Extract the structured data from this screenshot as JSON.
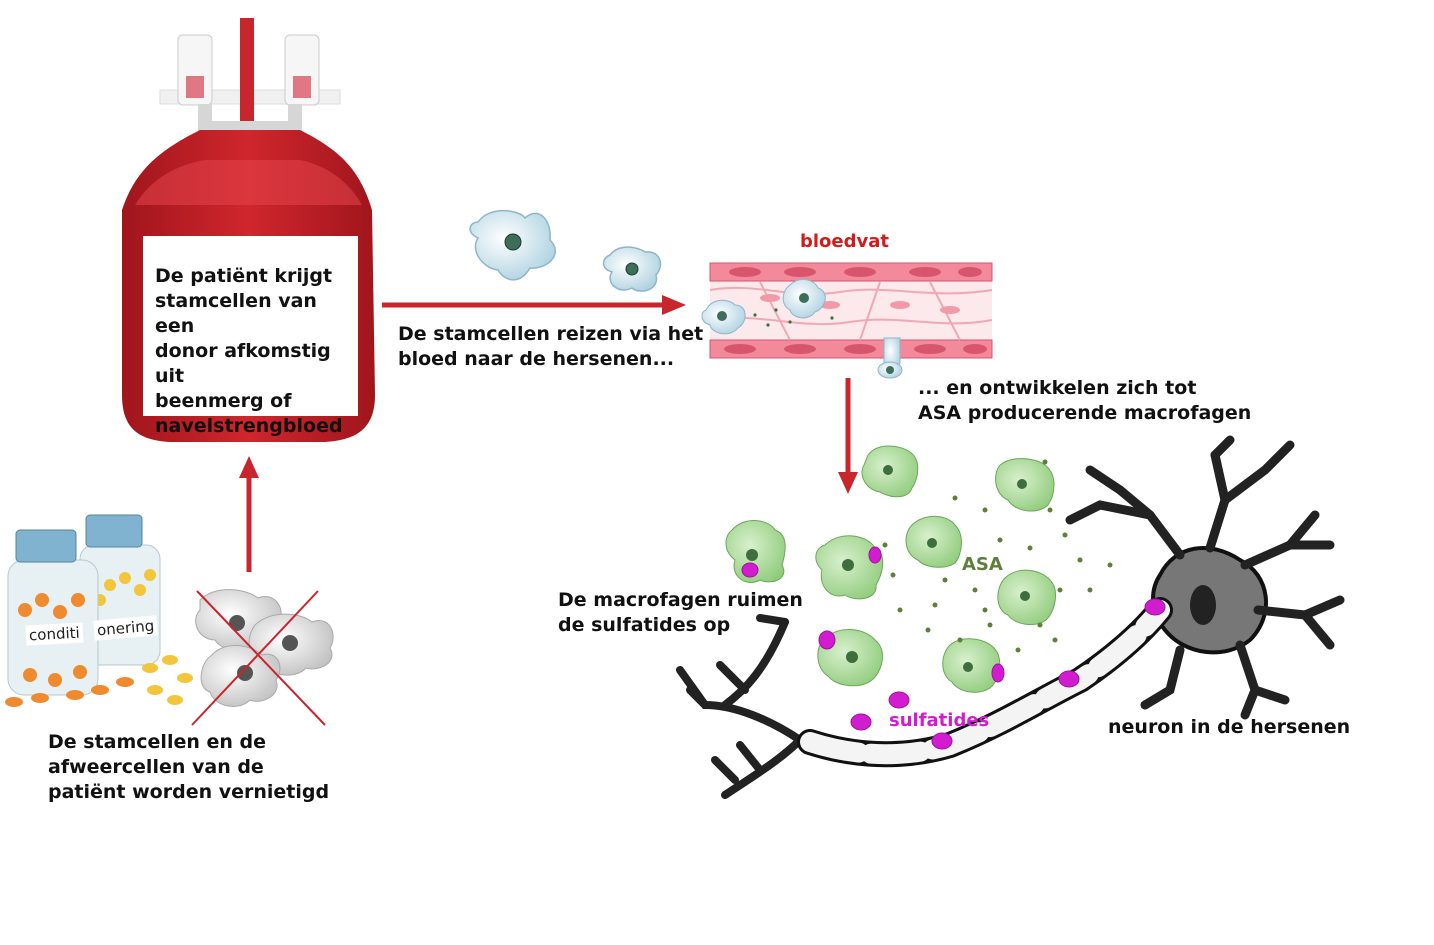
{
  "labels": {
    "bag_text": "De patiënt krijgt\nstamcellen van een\ndonor afkomstig uit\nbeenmerg of\nnavelstrengbloed",
    "travel": "De stamcellen reizen via het\nbloed naar de hersenen...",
    "develop": "... en ontwikkelen zich tot\nASA producerende macrofagen",
    "vessel": "bloedvat",
    "destroyed": "De stamcellen en de\nafweercellen van de\npatiënt worden vernietigd",
    "macrophages": "De macrofagen ruimen\nde sulfatides op",
    "asa": "ASA",
    "sulfatides": "sulfatides",
    "neuron": "neuron in de hersenen",
    "jar_left": "conditi",
    "jar_right": "onering"
  },
  "colors": {
    "blood": "#c8252c",
    "arrow": "#c8252c",
    "vessel_red": "#d21c1c",
    "macrophage": "#a6d995",
    "asa": "#5e7f39",
    "sulfatide": "#d21ccf",
    "stemcell": "#cfe8f2"
  }
}
